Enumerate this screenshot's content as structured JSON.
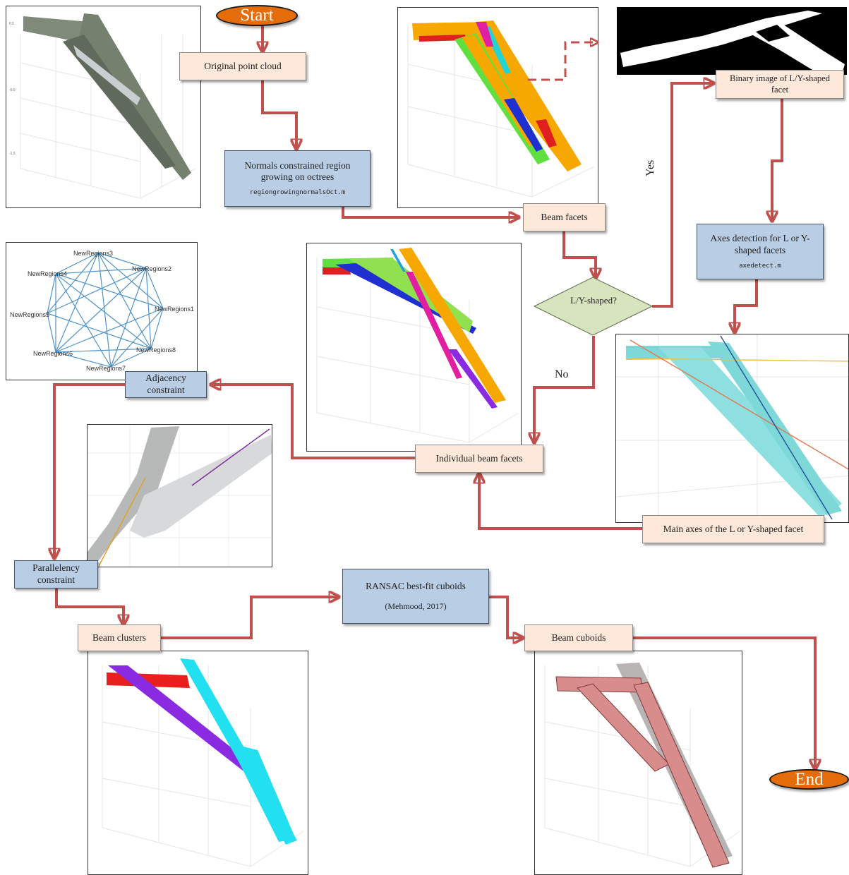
{
  "terminals": {
    "start": "Start",
    "end": "End"
  },
  "steps": {
    "original_point_cloud": "Original point cloud",
    "region_growing": "Normals constrained region growing on octrees",
    "region_growing_code": "regiongrowingnormalsOct.m",
    "beam_facets": "Beam facets",
    "decision": "L/Y-shaped?",
    "binary_image": "Binary image of L/Y-shaped facet",
    "axes_detection": "Axes detection for L or Y-shaped facets",
    "axes_detection_code": "axedetect.m",
    "main_axes": "Main axes of the L or Y-shaped facet",
    "individual_beam_facets": "Individual beam facets",
    "adjacency": "Adjacency constraint",
    "parallelency": "Parallelency constraint",
    "beam_clusters": "Beam clusters",
    "ransac": "RANSAC best-fit cuboids",
    "ransac_ref": "(Mehmood, 2017)",
    "beam_cuboids": "Beam cuboids"
  },
  "edge_labels": {
    "yes": "Yes",
    "no": "No"
  },
  "graph_nodes": [
    "NewRegions1",
    "NewRegions2",
    "NewRegions3",
    "NewRegions4",
    "NewRegions5",
    "NewRegions6",
    "NewRegions7",
    "NewRegions8"
  ],
  "colors": {
    "arrow": "#c0504d",
    "terminal": "#e46c0a",
    "process_fill": "#fde8d9",
    "algorithm_fill": "#b9cde5",
    "decision_fill": "#d7e4bd",
    "graph_edge": "#4f94c9"
  }
}
